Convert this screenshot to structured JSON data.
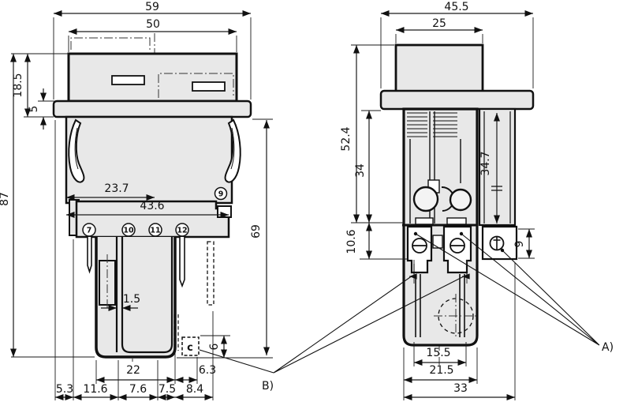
{
  "front_view": {
    "dims": {
      "bezel_width": "59",
      "rocker_width": "50",
      "head_height": "18.5",
      "bezel_thickness": "5",
      "total_height": "87",
      "center_offset": "23.7",
      "body_width": "43.6",
      "mounting_depth": "69",
      "wall_gap": "1.5",
      "housing_width": "22",
      "tab_offset": "6.3",
      "tab_height": "6",
      "pitch_chain": [
        "5.3",
        "11.6",
        "7.6",
        "7.5",
        "8.4"
      ]
    },
    "terminal_numbers": [
      "7",
      "10",
      "11",
      "12",
      "9"
    ],
    "detail_c_label": "c",
    "note_b_label": "B)"
  },
  "side_view": {
    "dims": {
      "flange_width": "45.5",
      "button_width": "25",
      "depth_from_button_top": "52.4",
      "depth_below_flange": "34",
      "side_depth": "34.7",
      "terminal_block_height": "10.6",
      "rear_terminal_height": "9",
      "inner_housing_width": "15.5",
      "housing_width": "21.5",
      "overall_depth": "33"
    },
    "note_a_label": "A)"
  }
}
